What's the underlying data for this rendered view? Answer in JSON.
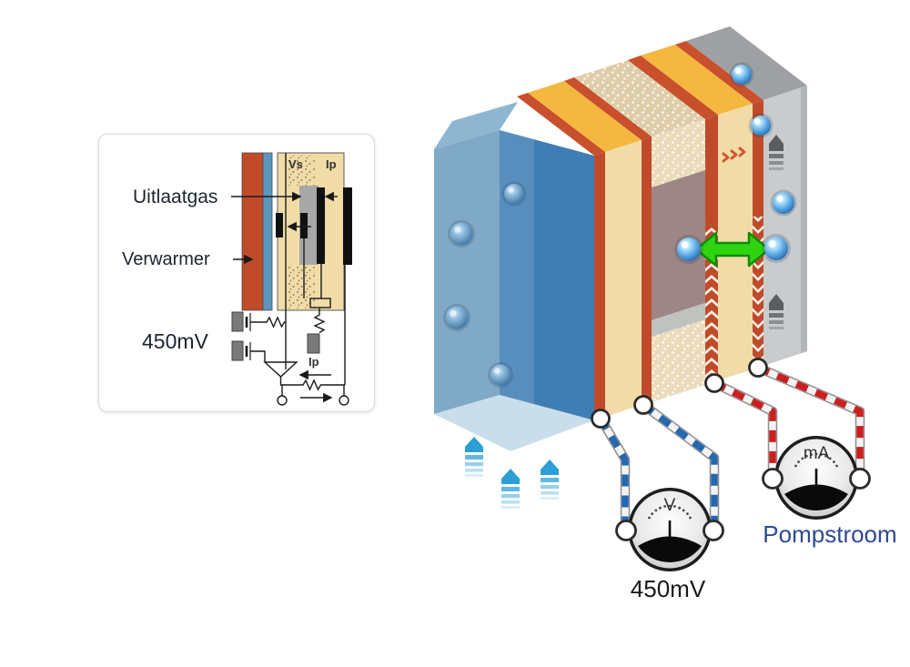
{
  "inset": {
    "labels": {
      "exhaust_gas": "Uitlaatgas",
      "heater": "Verwarmer",
      "bias_voltage": "450mV",
      "sense_cell": "Vs",
      "pump_cell": "Ip",
      "pump_current": "Ip"
    }
  },
  "illustration": {
    "voltmeter": {
      "unit": "V",
      "caption": "450mV"
    },
    "ammeter": {
      "unit": "mA",
      "caption": "Pompstroom"
    }
  },
  "colors": {
    "heater_red": "#C04B2B",
    "insulation_yellow": "#F4B73F",
    "ceramic_cream": "#F1DCA8",
    "porous_tan": "#E6D6B6",
    "chamber_mauve": "#9E8686",
    "exhaust_blue": "#3E7EB4",
    "reference_gray": "#C9CBCD",
    "oxygen_green": "#2FD410",
    "wire_blue": "#2368B0",
    "wire_red": "#CC2020",
    "pompstroom_text": "#2E4A8F",
    "caption_text": "#1a1a1a"
  }
}
